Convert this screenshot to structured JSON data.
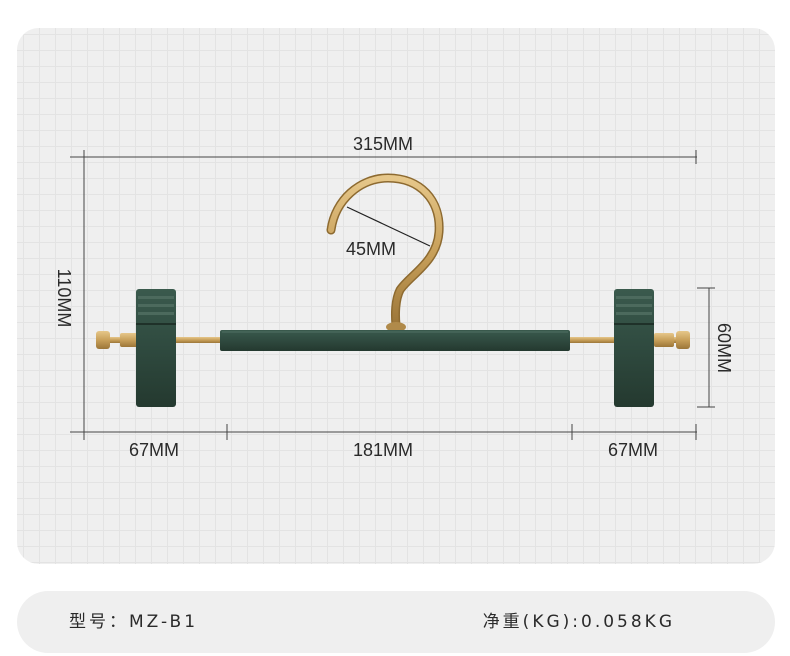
{
  "dimensions": {
    "total_width": "315MM",
    "hook_diameter": "45MM",
    "total_height": "110MM",
    "clip_height": "60MM",
    "left_segment": "67MM",
    "center_segment": "181MM",
    "right_segment": "67MM"
  },
  "colors": {
    "bar_green": "#2f4a3f",
    "gold": "#c8a05a",
    "background_grid": "#efefef"
  },
  "info": {
    "model": "型号：MZ-B1",
    "weight": "净重(KG):0.058KG"
  }
}
